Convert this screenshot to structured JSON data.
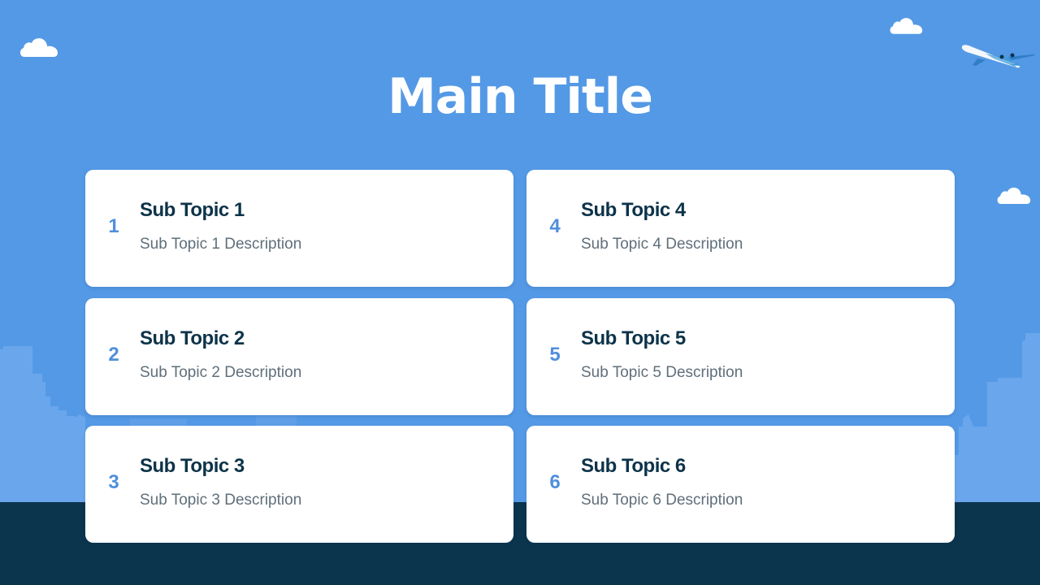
{
  "slide": {
    "title": "Main Title",
    "colors": {
      "background": "#5499e5",
      "ground": "#0b344d",
      "city": "#6aa6ec",
      "card": "#ffffff",
      "number": "#4f8fdd",
      "heading": "#0d3349",
      "description": "#5f6f7a"
    },
    "topics": [
      {
        "number": "1",
        "title": "Sub Topic 1",
        "description": "Sub Topic 1 Description"
      },
      {
        "number": "2",
        "title": "Sub Topic 2",
        "description": "Sub Topic 2 Description"
      },
      {
        "number": "3",
        "title": "Sub Topic 3",
        "description": "Sub Topic 3 Description"
      },
      {
        "number": "4",
        "title": "Sub Topic 4",
        "description": "Sub Topic 4 Description"
      },
      {
        "number": "5",
        "title": "Sub Topic 5",
        "description": "Sub Topic 5 Description"
      },
      {
        "number": "6",
        "title": "Sub Topic 6",
        "description": "Sub Topic 6 Description"
      }
    ],
    "decorations": [
      "cloud-icon",
      "cloud-icon",
      "cloud-icon",
      "airplane-icon",
      "city-skyline"
    ]
  }
}
